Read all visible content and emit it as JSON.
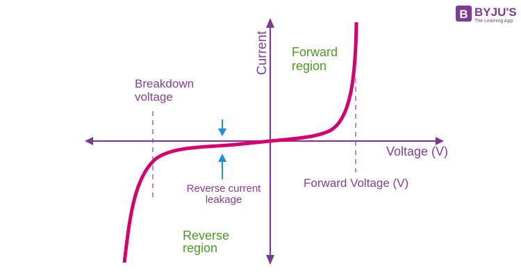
{
  "logo": {
    "mark": "B",
    "brand": "BYJU'S",
    "tagline": "The Learning App"
  },
  "colors": {
    "axis": "#7b3a8f",
    "curve": "#d6006e",
    "region_text": "#4a9b1e",
    "label_text": "#8a3c99",
    "leak_arrow": "#1a8ee0",
    "dashed": "#b88cc8",
    "logo_bg": "#7d3c98"
  },
  "chart_data": {
    "type": "line",
    "title": "Diode V-I characteristic",
    "xlabel": "Voltage (V)",
    "ylabel": "Current",
    "annotations": {
      "forward_region": [
        "Forward",
        "region"
      ],
      "reverse_region": [
        "Reverse",
        "region"
      ],
      "breakdown_voltage": [
        "Breakdown",
        "voltage"
      ],
      "forward_voltage": "Forward Voltage (V)",
      "reverse_leakage": [
        "Reverse current",
        "leakage"
      ]
    },
    "grid": false,
    "legend": "none"
  }
}
